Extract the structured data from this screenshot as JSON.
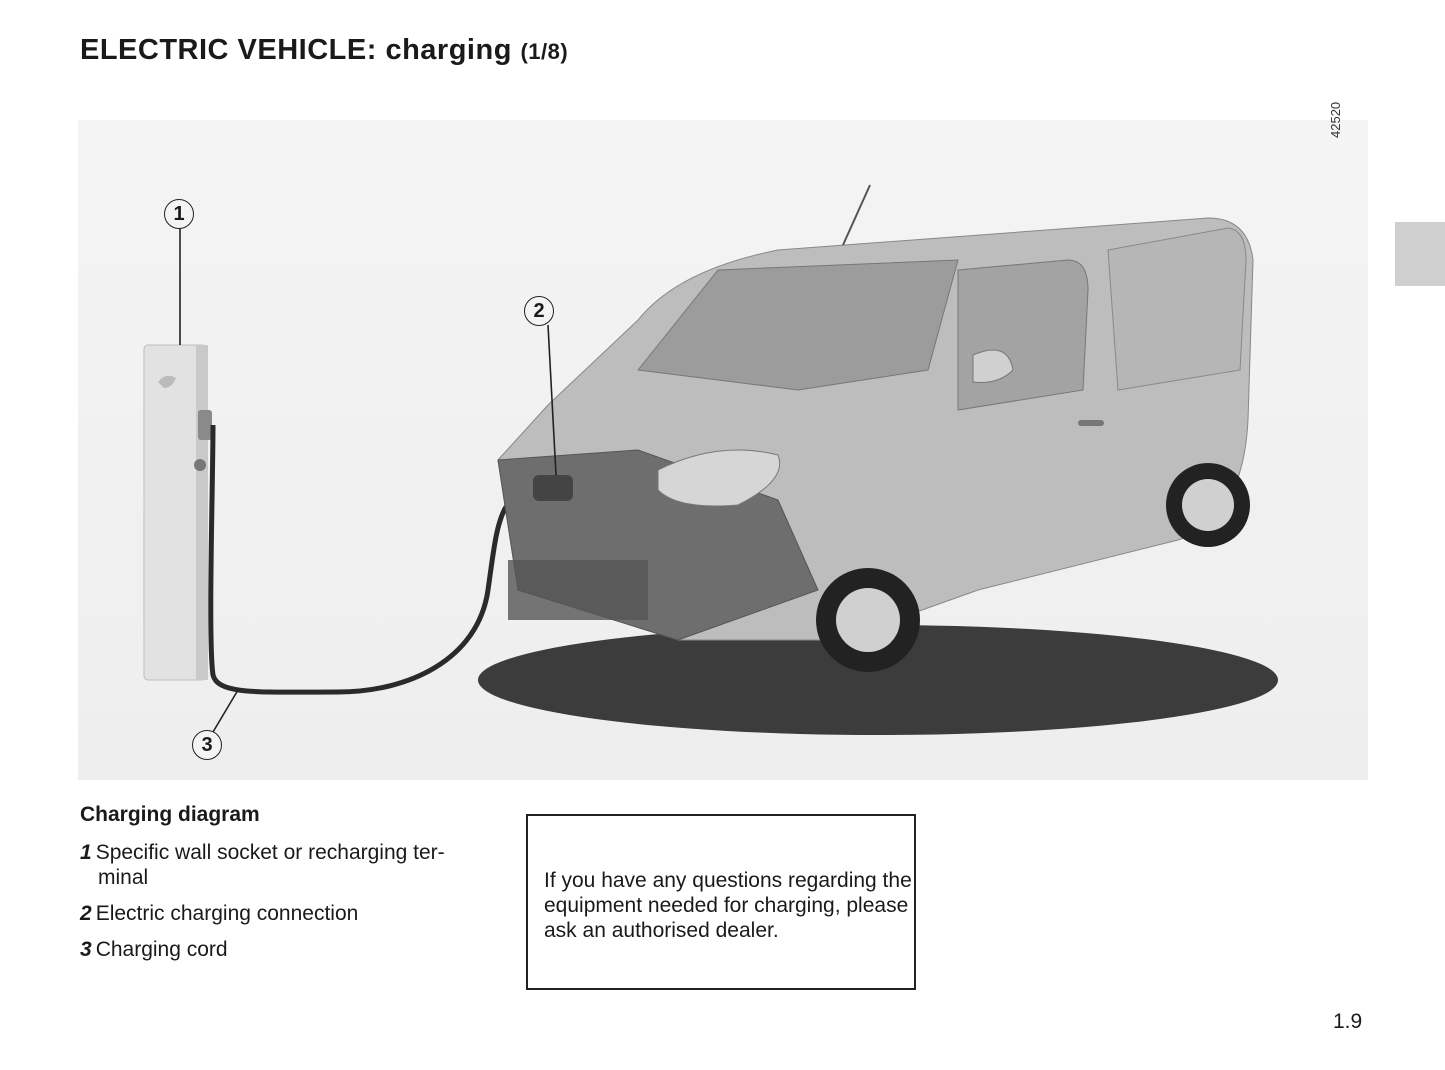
{
  "header": {
    "title": "ELECTRIC VEHICLE: charging",
    "part": "(1/8)"
  },
  "figure": {
    "reference_code": "42520",
    "callouts": [
      "1",
      "2",
      "3"
    ],
    "icons": [
      "charging-terminal-icon",
      "van-illustration",
      "charging-cord-icon"
    ]
  },
  "legend": {
    "title": "Charging diagram",
    "items": [
      {
        "num": "1",
        "text": "Specific wall socket or recharging ter-minal"
      },
      {
        "num": "2",
        "text": "Electric charging connection"
      },
      {
        "num": "3",
        "text": "Charging cord"
      }
    ]
  },
  "notice": {
    "text": "If you have any questions regarding the equipment needed for charging, please ask an authorised dealer."
  },
  "footer": {
    "page_number": "1.9"
  }
}
